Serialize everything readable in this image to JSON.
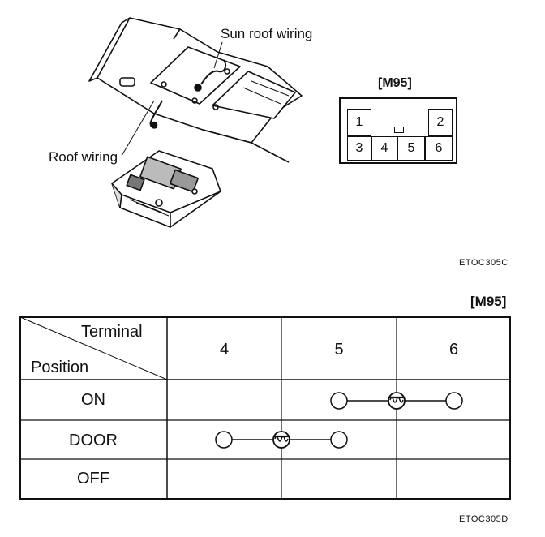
{
  "illustration": {
    "labels": {
      "sunroof_wiring": "Sun roof wiring",
      "roof_wiring": "Roof wiring"
    },
    "code": "ETOC305C"
  },
  "connector": {
    "name": "[M95]",
    "pins": [
      "1",
      "2",
      "3",
      "4",
      "5",
      "6"
    ]
  },
  "table": {
    "connector_name": "[M95]",
    "corner_top": "Terminal",
    "corner_bottom": "Position",
    "columns": [
      "4",
      "5",
      "6"
    ],
    "rows": [
      {
        "label": "ON",
        "connects": [
          "5",
          "6"
        ],
        "bulb_between": [
          "5",
          "6"
        ]
      },
      {
        "label": "DOOR",
        "connects": [
          "4",
          "5"
        ],
        "bulb_between": [
          "4",
          "5"
        ]
      },
      {
        "label": "OFF",
        "connects": []
      }
    ],
    "code": "ETOC305D"
  }
}
